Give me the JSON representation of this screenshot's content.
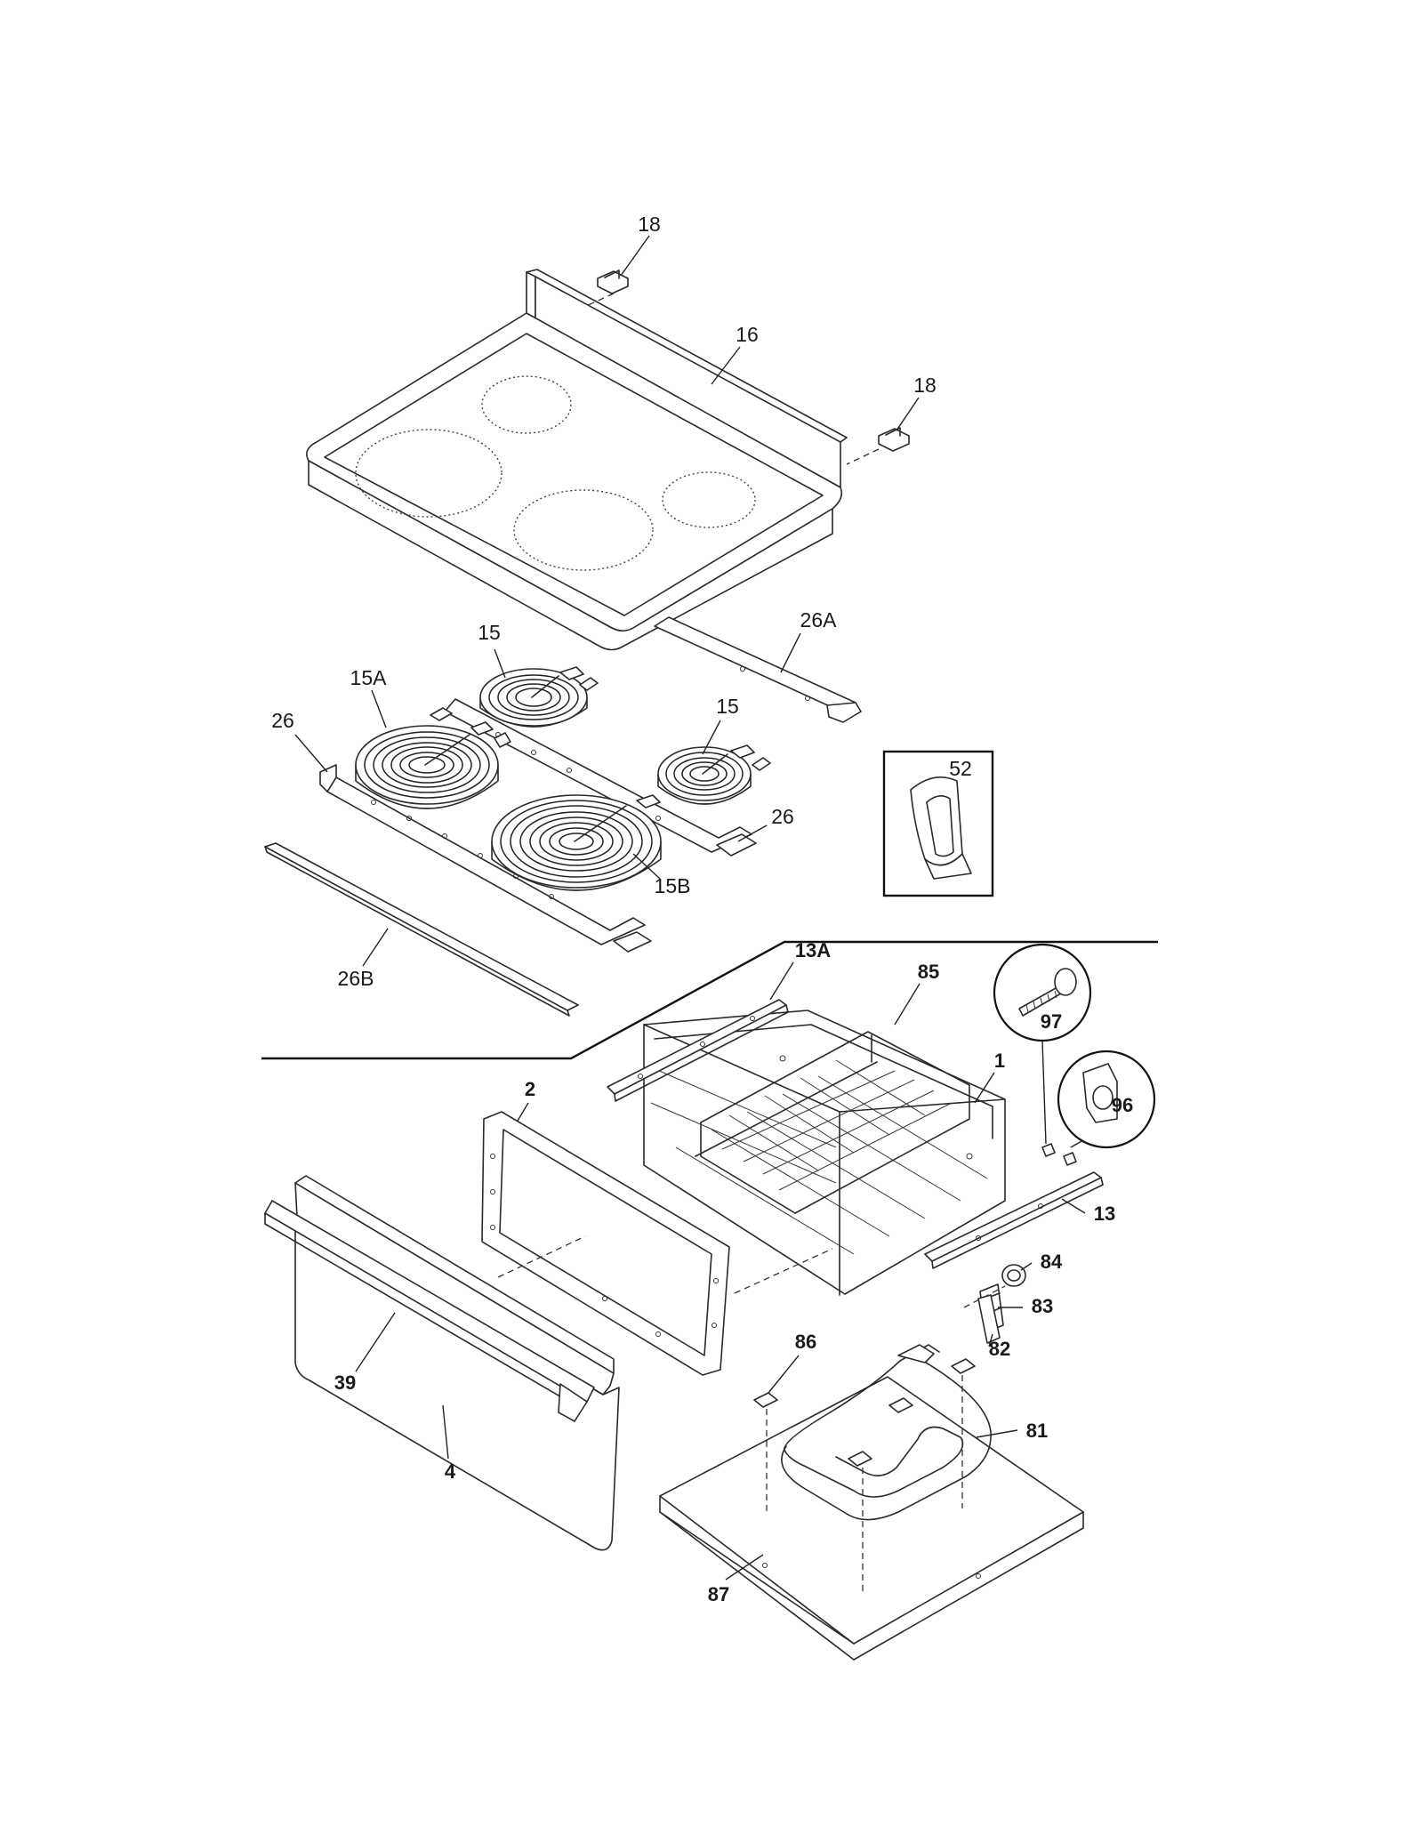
{
  "callouts": {
    "p18a": "18",
    "p16": "16",
    "p18b": "18",
    "p26A": "26A",
    "p15a": "15",
    "p15A": "15A",
    "p26a": "26",
    "p15b": "15",
    "p52": "52",
    "p26b": "26",
    "p15B": "15B",
    "p26B": "26B",
    "p13A": "13A",
    "p85": "85",
    "p97": "97",
    "p1": "1",
    "p96": "96",
    "p2": "2",
    "p13": "13",
    "p84": "84",
    "p83": "83",
    "p82": "82",
    "p86": "86",
    "p39": "39",
    "p81": "81",
    "p4": "4",
    "p87": "87"
  }
}
